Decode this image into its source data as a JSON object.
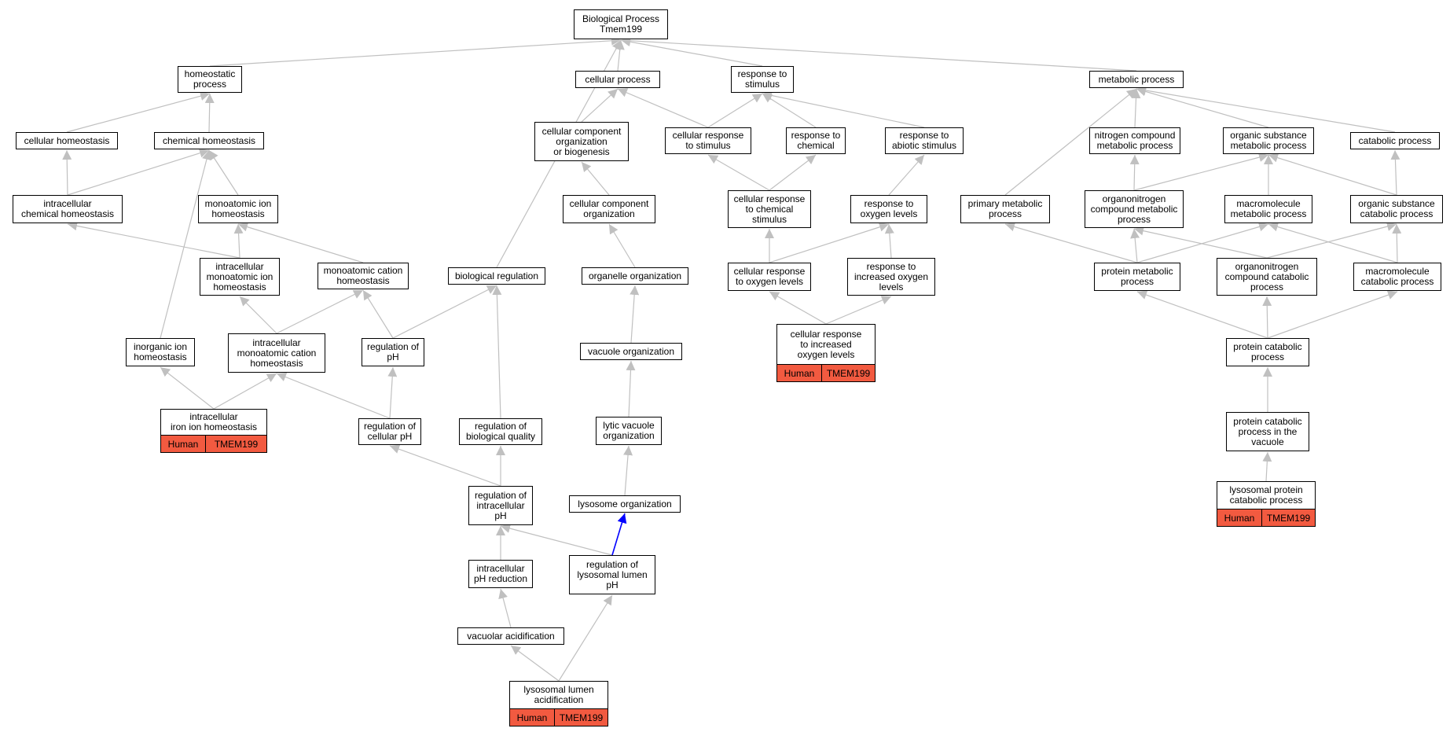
{
  "colors": {
    "edge": "#c0c0c0",
    "highlight_edge": "#0000ff",
    "annotation": "#f25a40",
    "border": "#000000"
  },
  "nodes": [
    {
      "id": "bp",
      "label": "Biological Process\nTmem199"
    },
    {
      "id": "homeo",
      "label": "homeostatic\nprocess"
    },
    {
      "id": "cellproc",
      "label": "cellular process"
    },
    {
      "id": "resp_stim",
      "label": "response to\nstimulus"
    },
    {
      "id": "metab",
      "label": "metabolic process"
    },
    {
      "id": "cell_homeo",
      "label": "cellular homeostasis"
    },
    {
      "id": "chem_homeo",
      "label": "chemical homeostasis"
    },
    {
      "id": "ccob",
      "label": "cellular component\norganization\nor biogenesis"
    },
    {
      "id": "cell_resp_stim",
      "label": "cellular response\nto stimulus"
    },
    {
      "id": "resp_chem",
      "label": "response to\nchemical"
    },
    {
      "id": "resp_abiotic",
      "label": "response to\nabiotic stimulus"
    },
    {
      "id": "nitro_metab",
      "label": "nitrogen compound\nmetabolic process"
    },
    {
      "id": "org_sub_metab",
      "label": "organic substance\nmetabolic process"
    },
    {
      "id": "catab",
      "label": "catabolic process"
    },
    {
      "id": "intra_chem_homeo",
      "label": "intracellular\nchemical homeostasis"
    },
    {
      "id": "mono_ion_homeo",
      "label": "monoatomic ion\nhomeostasis"
    },
    {
      "id": "cco",
      "label": "cellular component\norganization"
    },
    {
      "id": "cell_resp_chem",
      "label": "cellular response\nto chemical\nstimulus"
    },
    {
      "id": "resp_oxy",
      "label": "response to\noxygen levels"
    },
    {
      "id": "prim_metab",
      "label": "primary metabolic\nprocess"
    },
    {
      "id": "orgN_metab",
      "label": "organonitrogen\ncompound metabolic\nprocess"
    },
    {
      "id": "macro_metab",
      "label": "macromolecule\nmetabolic process"
    },
    {
      "id": "org_sub_catab",
      "label": "organic substance\ncatabolic process"
    },
    {
      "id": "intra_mono_ion_homeo",
      "label": "intracellular\nmonoatomic ion\nhomeostasis"
    },
    {
      "id": "mono_cat_homeo",
      "label": "monoatomic cation\nhomeostasis"
    },
    {
      "id": "bio_reg",
      "label": "biological regulation"
    },
    {
      "id": "organelle_org",
      "label": "organelle organization"
    },
    {
      "id": "cell_resp_oxy",
      "label": "cellular response\nto oxygen levels"
    },
    {
      "id": "resp_inc_oxy",
      "label": "response to\nincreased oxygen\nlevels"
    },
    {
      "id": "prot_metab",
      "label": "protein metabolic\nprocess"
    },
    {
      "id": "orgN_catab",
      "label": "organonitrogen\ncompound catabolic\nprocess"
    },
    {
      "id": "macro_catab",
      "label": "macromolecule\ncatabolic process"
    },
    {
      "id": "inorg_ion_homeo",
      "label": "inorganic ion\nhomeostasis"
    },
    {
      "id": "intra_mono_cat_homeo",
      "label": "intracellular\nmonoatomic cation\nhomeostasis"
    },
    {
      "id": "reg_ph",
      "label": "regulation of\npH"
    },
    {
      "id": "vac_org",
      "label": "vacuole organization"
    },
    {
      "id": "cell_resp_inc_oxy",
      "label": "cellular response\nto increased\noxygen levels",
      "species": "Human",
      "gene": "TMEM199"
    },
    {
      "id": "prot_catab",
      "label": "protein catabolic\nprocess"
    },
    {
      "id": "intra_iron_homeo",
      "label": "intracellular\niron ion homeostasis",
      "species": "Human",
      "gene": "TMEM199"
    },
    {
      "id": "reg_cell_ph",
      "label": "regulation of\ncellular pH"
    },
    {
      "id": "reg_bio_qual",
      "label": "regulation of\nbiological quality"
    },
    {
      "id": "lytic_vac_org",
      "label": "lytic vacuole\norganization"
    },
    {
      "id": "prot_catab_vac",
      "label": "protein catabolic\nprocess in the\nvacuole"
    },
    {
      "id": "reg_intra_ph",
      "label": "regulation of\nintracellular\npH"
    },
    {
      "id": "lyso_org",
      "label": "lysosome organization"
    },
    {
      "id": "lyso_prot_catab",
      "label": "lysosomal protein\ncatabolic process",
      "species": "Human",
      "gene": "TMEM199"
    },
    {
      "id": "intra_ph_red",
      "label": "intracellular\npH reduction"
    },
    {
      "id": "reg_lyso_ph",
      "label": "regulation of\nlysosomal lumen\npH"
    },
    {
      "id": "vac_acid",
      "label": "vacuolar acidification"
    },
    {
      "id": "lyso_lumen_acid",
      "label": "lysosomal lumen\nacidification",
      "species": "Human",
      "gene": "TMEM199"
    }
  ],
  "edges": [
    [
      "homeo",
      "bp"
    ],
    [
      "cellproc",
      "bp"
    ],
    [
      "resp_stim",
      "bp"
    ],
    [
      "metab",
      "bp"
    ],
    [
      "bio_reg",
      "bp"
    ],
    [
      "cell_homeo",
      "homeo"
    ],
    [
      "chem_homeo",
      "homeo"
    ],
    [
      "ccob",
      "cellproc"
    ],
    [
      "cell_resp_stim",
      "cellproc"
    ],
    [
      "cell_resp_stim",
      "resp_stim"
    ],
    [
      "resp_chem",
      "resp_stim"
    ],
    [
      "resp_abiotic",
      "resp_stim"
    ],
    [
      "prim_metab",
      "metab"
    ],
    [
      "nitro_metab",
      "metab"
    ],
    [
      "org_sub_metab",
      "metab"
    ],
    [
      "catab",
      "metab"
    ],
    [
      "intra_chem_homeo",
      "cell_homeo"
    ],
    [
      "intra_chem_homeo",
      "chem_homeo"
    ],
    [
      "mono_ion_homeo",
      "chem_homeo"
    ],
    [
      "inorg_ion_homeo",
      "chem_homeo"
    ],
    [
      "intra_mono_ion_homeo",
      "intra_chem_homeo"
    ],
    [
      "intra_mono_ion_homeo",
      "mono_ion_homeo"
    ],
    [
      "mono_cat_homeo",
      "mono_ion_homeo"
    ],
    [
      "cco",
      "ccob"
    ],
    [
      "organelle_org",
      "cco"
    ],
    [
      "vac_org",
      "organelle_org"
    ],
    [
      "lytic_vac_org",
      "vac_org"
    ],
    [
      "lyso_org",
      "lytic_vac_org"
    ],
    [
      "cell_resp_chem",
      "cell_resp_stim"
    ],
    [
      "cell_resp_chem",
      "resp_chem"
    ],
    [
      "resp_oxy",
      "resp_abiotic"
    ],
    [
      "cell_resp_oxy",
      "cell_resp_chem"
    ],
    [
      "cell_resp_oxy",
      "resp_oxy"
    ],
    [
      "resp_inc_oxy",
      "resp_oxy"
    ],
    [
      "cell_resp_inc_oxy",
      "cell_resp_oxy"
    ],
    [
      "cell_resp_inc_oxy",
      "resp_inc_oxy"
    ],
    [
      "orgN_metab",
      "nitro_metab"
    ],
    [
      "orgN_metab",
      "org_sub_metab"
    ],
    [
      "macro_metab",
      "org_sub_metab"
    ],
    [
      "org_sub_catab",
      "org_sub_metab"
    ],
    [
      "org_sub_catab",
      "catab"
    ],
    [
      "prot_metab",
      "prim_metab"
    ],
    [
      "prot_metab",
      "orgN_metab"
    ],
    [
      "prot_metab",
      "macro_metab"
    ],
    [
      "orgN_catab",
      "orgN_metab"
    ],
    [
      "orgN_catab",
      "org_sub_catab"
    ],
    [
      "macro_catab",
      "macro_metab"
    ],
    [
      "macro_catab",
      "org_sub_catab"
    ],
    [
      "prot_catab",
      "prot_metab"
    ],
    [
      "prot_catab",
      "orgN_catab"
    ],
    [
      "prot_catab",
      "macro_catab"
    ],
    [
      "prot_catab_vac",
      "prot_catab"
    ],
    [
      "lyso_prot_catab",
      "prot_catab_vac"
    ],
    [
      "intra_mono_cat_homeo",
      "intra_mono_ion_homeo"
    ],
    [
      "intra_mono_cat_homeo",
      "mono_cat_homeo"
    ],
    [
      "reg_ph",
      "mono_cat_homeo"
    ],
    [
      "reg_ph",
      "bio_reg"
    ],
    [
      "intra_iron_homeo",
      "inorg_ion_homeo"
    ],
    [
      "intra_iron_homeo",
      "intra_mono_cat_homeo"
    ],
    [
      "reg_cell_ph",
      "intra_mono_cat_homeo"
    ],
    [
      "reg_cell_ph",
      "reg_ph"
    ],
    [
      "reg_bio_qual",
      "bio_reg"
    ],
    [
      "reg_intra_ph",
      "reg_cell_ph"
    ],
    [
      "reg_intra_ph",
      "reg_bio_qual"
    ],
    [
      "intra_ph_red",
      "reg_intra_ph"
    ],
    [
      "reg_lyso_ph",
      "reg_intra_ph"
    ],
    [
      "reg_lyso_ph",
      "lyso_org",
      "highlight"
    ],
    [
      "vac_acid",
      "intra_ph_red"
    ],
    [
      "lyso_lumen_acid",
      "vac_acid"
    ],
    [
      "lyso_lumen_acid",
      "reg_lyso_ph"
    ]
  ]
}
